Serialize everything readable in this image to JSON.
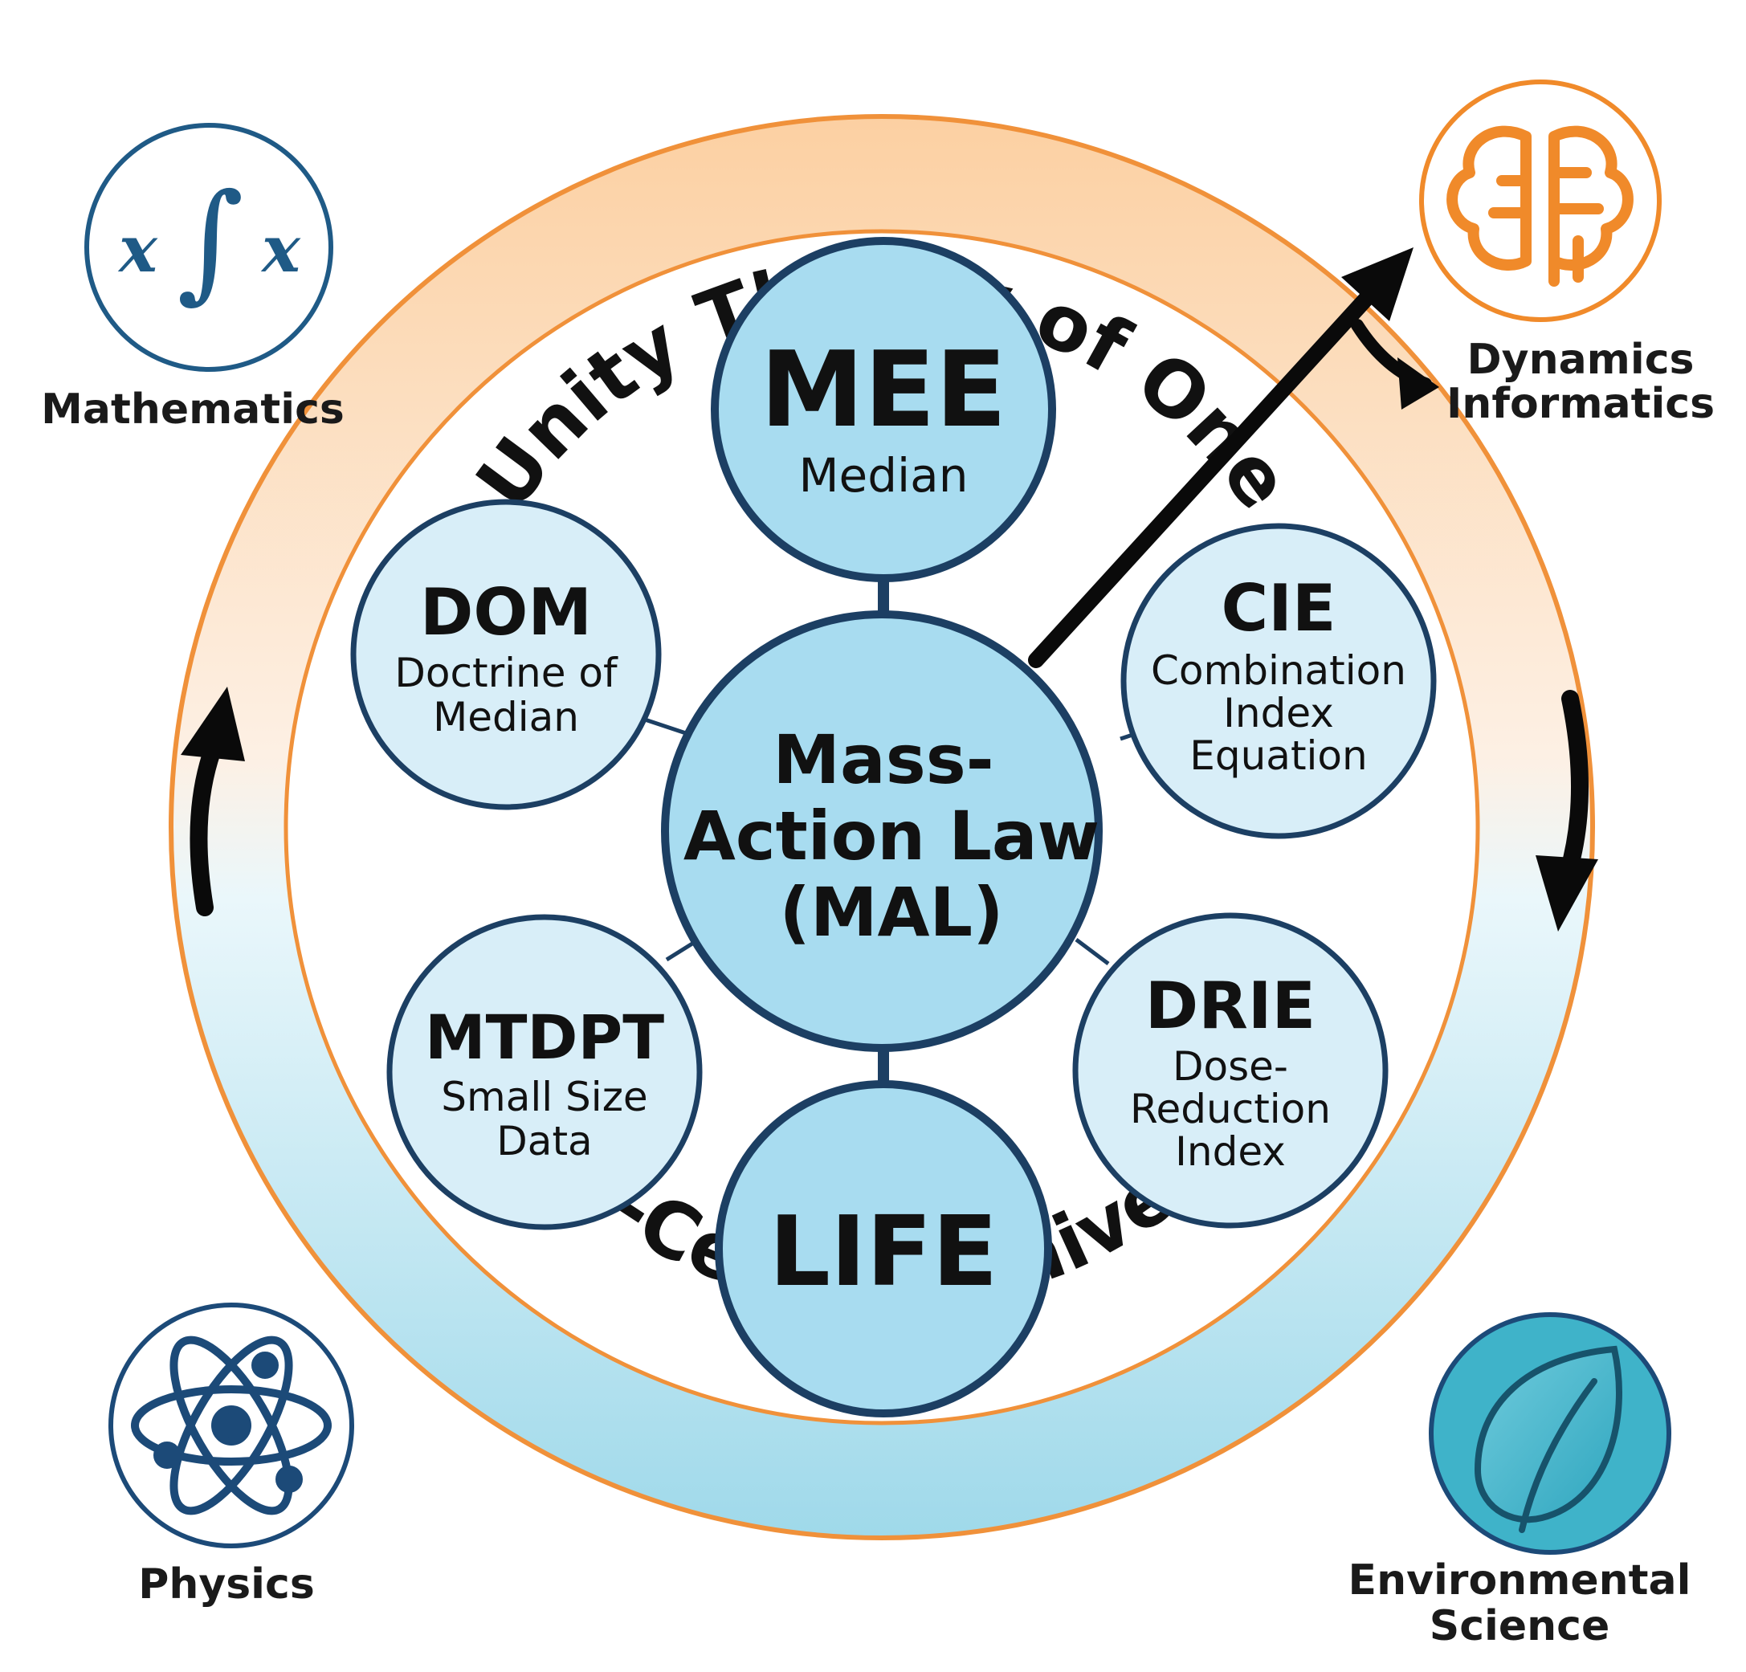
{
  "ring": {
    "top_text": "Unity Theory of One",
    "bottom_text": "Life-Centric Universe"
  },
  "center": {
    "line1": "Mass-",
    "line2": "Action Law",
    "line3": "(MAL)"
  },
  "nodes": {
    "mee": {
      "title": "MEE",
      "sub": [
        "Median"
      ]
    },
    "life": {
      "title": "LIFE",
      "sub": []
    },
    "dom": {
      "title": "DOM",
      "sub": [
        "Doctrine of",
        "Median"
      ]
    },
    "cie": {
      "title": "CIE",
      "sub": [
        "Combination",
        "Index",
        "Equation"
      ]
    },
    "mtdpt": {
      "title": "MTDPT",
      "sub": [
        "Small Size",
        "Data"
      ]
    },
    "drie": {
      "title": "DRIE",
      "sub": [
        "Dose-",
        "Reduction",
        "Index"
      ]
    }
  },
  "corners": {
    "mathematics": {
      "label": "Mathematics",
      "icon": "integral-icon",
      "glyph_left": "x",
      "glyph_right": "x",
      "glyph_mid": "∫"
    },
    "dynamics": {
      "label_lines": [
        "Dynamics",
        "Informatics"
      ],
      "icon": "brain-icon"
    },
    "physics": {
      "label": "Physics",
      "icon": "atom-icon"
    },
    "environmental": {
      "label_lines": [
        "Environmental",
        "Science"
      ],
      "icon": "leaf-icon"
    }
  },
  "colors": {
    "ring_top": "#fcd3a8",
    "ring_bottom": "#a6dcec",
    "ring_border": "#f0913a",
    "node_fill_main": "#a8dcf0",
    "node_fill_light": "#d8eef8",
    "node_border": "#1c3f63",
    "math_icon": "#1f5a86",
    "brain_icon": "#f08a2a",
    "atom_icon": "#1c4a78",
    "leaf_fill": "#3fb3c9"
  }
}
